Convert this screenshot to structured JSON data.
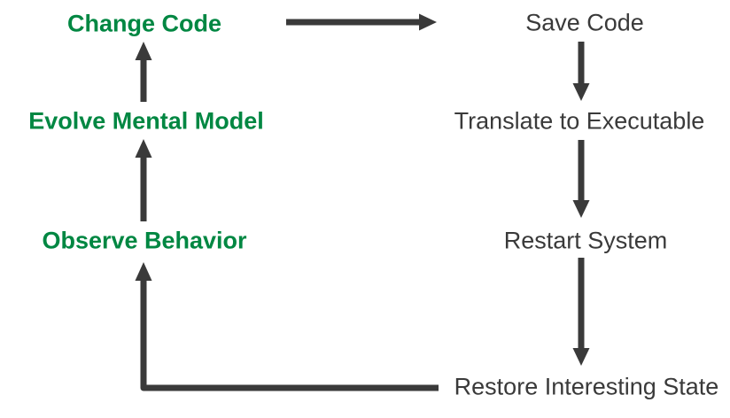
{
  "diagram": {
    "title": "edit-compile-run feedback cycle",
    "colors": {
      "green": "#008742",
      "dark": "#3a3a3a",
      "arrow": "#3a3a3a",
      "bg": "#ffffff"
    },
    "mental_loop": [
      {
        "label": "Change Code"
      },
      {
        "label": "Evolve Mental Model"
      },
      {
        "label": "Observe Behavior"
      }
    ],
    "system_loop": [
      {
        "label": "Save Code"
      },
      {
        "label": "Translate to Executable"
      },
      {
        "label": "Restart System"
      },
      {
        "label": "Restore Interesting State"
      }
    ],
    "arrows": [
      {
        "from": "Change Code",
        "to": "Save Code",
        "direction": "right"
      },
      {
        "from": "Save Code",
        "to": "Translate to Executable",
        "direction": "down"
      },
      {
        "from": "Translate to Executable",
        "to": "Restart System",
        "direction": "down"
      },
      {
        "from": "Restart System",
        "to": "Restore Interesting State",
        "direction": "down"
      },
      {
        "from": "Restore Interesting State",
        "to": "Observe Behavior",
        "direction": "left-then-up"
      },
      {
        "from": "Observe Behavior",
        "to": "Evolve Mental Model",
        "direction": "up"
      },
      {
        "from": "Evolve Mental Model",
        "to": "Change Code",
        "direction": "up"
      }
    ]
  }
}
